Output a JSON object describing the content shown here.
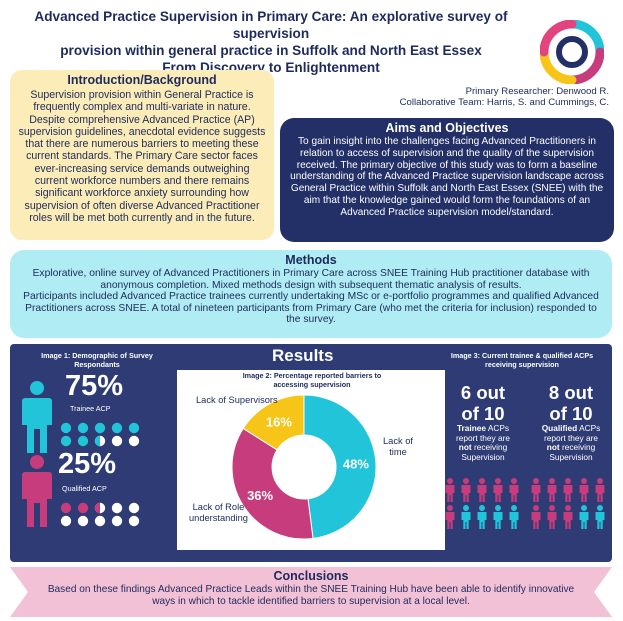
{
  "title": {
    "line1": "Advanced Practice Supervision in Primary Care: An explorative survey of supervision",
    "line2": "provision within general practice in Suffolk and North East Essex",
    "line3": "From Discovery to Enlightenment"
  },
  "researchers": {
    "primary": "Primary Researcher: Denwood R.",
    "team": "Collaborative Team: Harris, S. and Cummings, C."
  },
  "intro": {
    "heading": "Introduction/Background",
    "body": "Supervision provision within General Practice is frequently complex and multi-variate in nature. Despite comprehensive Advanced Practice (AP) supervision guidelines, anecdotal evidence suggests that there are numerous barriers to meeting these current standards. The Primary Care sector faces ever-increasing service demands outweighing current workforce numbers and there remains significant workforce anxiety surrounding how supervision of often diverse Advanced Practitioner roles will be met both currently and in the future."
  },
  "aims": {
    "heading": "Aims and Objectives",
    "body": "To gain insight into the challenges facing Advanced Practitioners in relation to access of supervision and the quality of the supervision received. The primary objective of this study was to form a baseline understanding of the Advanced Practice supervision landscape across General Practice within Suffolk and North East Essex (SNEE) with the aim that the knowledge gained would form the foundations of an Advanced Practice supervision model/standard."
  },
  "methods": {
    "heading": "Methods",
    "p1": "Explorative, online survey of Advanced Practitioners in Primary Care across SNEE Training Hub practitioner database with anonymous completion. Mixed methods design with subsequent thematic analysis of results.",
    "p2": "Participants included Advanced Practice trainees currently undertaking MSc or e-portfolio programmes and qualified Advanced Practitioners across SNEE. A total of nineteen participants from Primary Care (who met the criteria for inclusion) responded to the survey."
  },
  "results": {
    "heading": "Results",
    "image1": {
      "title_line1": "Image 1: Demographic of Survey",
      "title_line2": "Respondants",
      "trainee_pct": "75%",
      "trainee_label": "Trainee ACP",
      "qualified_pct": "25%",
      "qualified_label": "Qualified ACP",
      "trainee_share": 0.75,
      "qualified_share": 0.25
    },
    "image2": {
      "title_line1": "Image 2: Percentage reported barriers to",
      "title_line2": "accessing supervision"
    },
    "image3": {
      "title_line1": "Image 3: Current trainee & qualified ACPs",
      "title_line2": "receiving supervision",
      "trainee_count_line1": "6 out",
      "trainee_count_line2": "of 10",
      "trainee_desc_bold": "Trainee",
      "trainee_desc_rest": " ACPs",
      "trainee_desc_line2a": "report they are",
      "trainee_desc_line3_not": "not",
      "trainee_desc_line3_rest": " receiving",
      "trainee_desc_line4": "Supervision",
      "qualified_count_line1": "8 out",
      "qualified_count_line2": "of 10",
      "qualified_desc_bold": "Qualified",
      "qualified_desc_rest": " ACPs",
      "qualified_desc_line2a": "report they are",
      "qualified_desc_line3_not": "not",
      "qualified_desc_line3_rest": " receiving",
      "qualified_desc_line4": "Supervision",
      "trainee_highlighted": 6,
      "qualified_highlighted": 8
    }
  },
  "chart_data": {
    "type": "pie",
    "donut": true,
    "slices": [
      {
        "label": "Lack of time",
        "value": 48,
        "display": "48%",
        "color": "#21c4d8"
      },
      {
        "label": "Lack of Role understanding",
        "value": 36,
        "display": "36%",
        "color": "#c73c7c"
      },
      {
        "label": "Lack of Supervisors",
        "value": 16,
        "display": "16%",
        "color": "#f7c418"
      }
    ],
    "label_texts": {
      "time_l1": "Lack of",
      "time_l2": "time",
      "role_l1": "Lack of Role",
      "role_l2": "understanding",
      "sup": "Lack of Supervisors"
    }
  },
  "conclusions": {
    "heading": "Conclusions",
    "body": "Based on these findings Advanced Practice Leads within the SNEE Training Hub have been able to identify innovative ways in which to tackle identified barriers to supervision at a local level."
  },
  "colors": {
    "navy": "#233067",
    "teal": "#21c4d8",
    "magenta": "#c73c7c",
    "yellow": "#f7c418",
    "pink": "#f2c1d6",
    "pale_yellow": "#fcecb8",
    "pale_teal": "#b0ecf3"
  }
}
